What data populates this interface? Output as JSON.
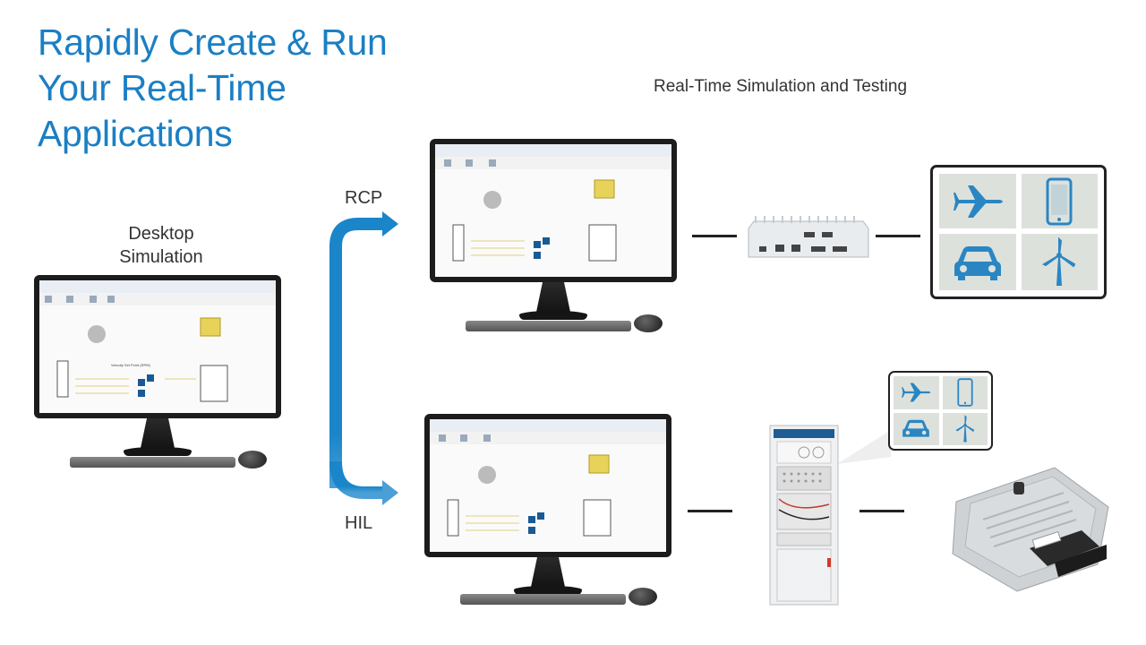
{
  "title": {
    "line1": "Rapidly Create & Run",
    "line2": "Your Real-Time",
    "line3": "Applications"
  },
  "subtitle": "Real-Time Simulation and Testing",
  "desktop_label": {
    "line1": "Desktop",
    "line2": "Simulation"
  },
  "branch_labels": {
    "rcp": "RCP",
    "hil": "HIL"
  },
  "diagram_text": {
    "velocity_label": "Velocity Set Point (RPM)"
  },
  "colors": {
    "accent": "#1b7fc4",
    "arrow": "#1a86c9",
    "icon_bg": "#dde1dc",
    "icon_fg": "#2a86c3"
  },
  "icons": [
    "airplane-icon",
    "smartphone-icon",
    "car-icon",
    "wind-turbine-icon"
  ]
}
